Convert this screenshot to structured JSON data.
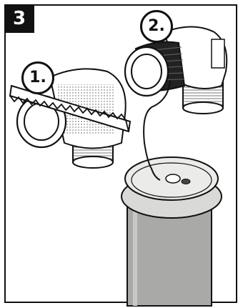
{
  "step": {
    "number": "3"
  },
  "callouts": [
    {
      "label": "1."
    },
    {
      "label": "2."
    }
  ],
  "colors": {
    "ink": "#111111",
    "can_body": "#a9aaa7",
    "can_lid": "#d9d9d7",
    "fitting": "#ffffff"
  }
}
